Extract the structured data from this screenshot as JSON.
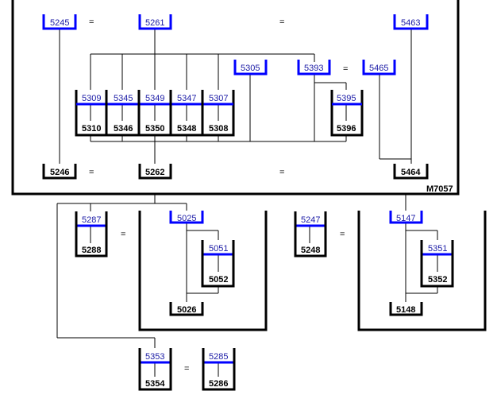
{
  "colors": {
    "accent_blue": "#0000ff",
    "line": "#000000",
    "background": "#ffffff"
  },
  "frame_label": "M7057",
  "equal_sign": "=",
  "top_cups": [
    "5245",
    "5261",
    "5463",
    "5305",
    "5393",
    "5465"
  ],
  "bottom_cups": [
    "5246",
    "5262",
    "5464",
    "5148",
    "5026"
  ],
  "nested_cups": [
    {
      "top": "5309",
      "bottom": "5310"
    },
    {
      "top": "5345",
      "bottom": "5346"
    },
    {
      "top": "5349",
      "bottom": "5350"
    },
    {
      "top": "5347",
      "bottom": "5348"
    },
    {
      "top": "5307",
      "bottom": "5308"
    },
    {
      "top": "5395",
      "bottom": "5396"
    },
    {
      "top": "5287",
      "bottom": "5288"
    },
    {
      "top": "5051",
      "bottom": "5052"
    },
    {
      "top": "5247",
      "bottom": "5248"
    },
    {
      "top": "5351",
      "bottom": "5352"
    },
    {
      "top": "5353",
      "bottom": "5354"
    },
    {
      "top": "5285",
      "bottom": "5286"
    }
  ],
  "open_cups": [
    "5025",
    "5147"
  ]
}
